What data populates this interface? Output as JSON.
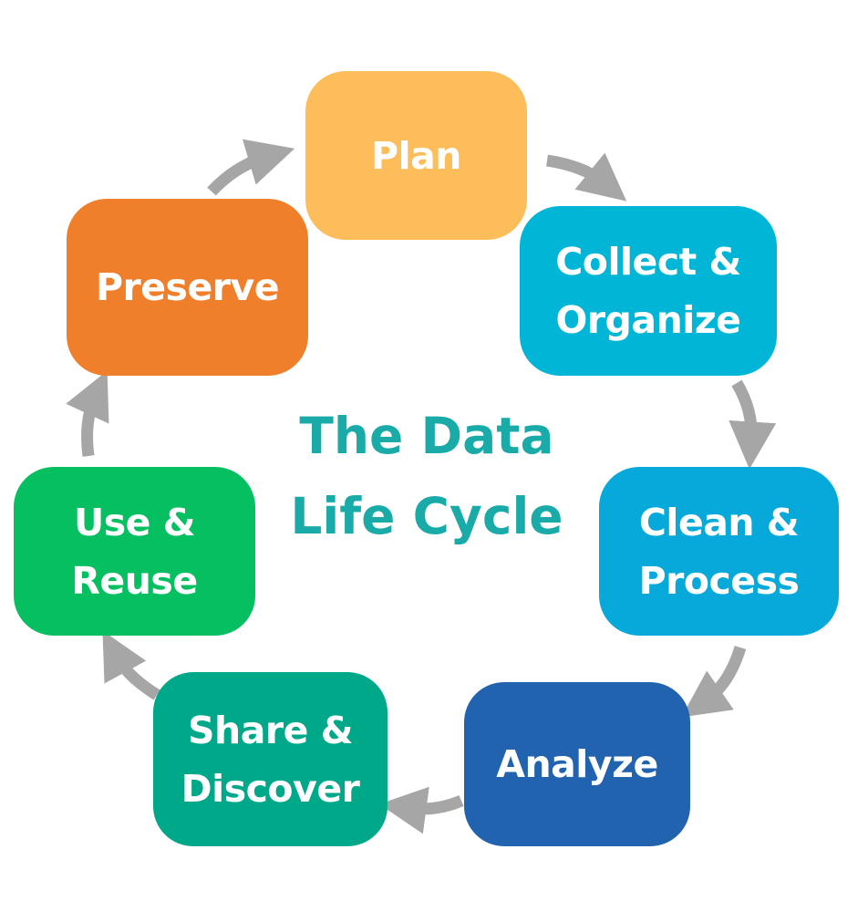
{
  "title": {
    "line1": "The Data",
    "line2": "Life Cycle"
  },
  "stages": [
    {
      "line1": "Plan",
      "line2": "",
      "color": "#FDBD5A"
    },
    {
      "line1": "Collect &",
      "line2": "Organize",
      "color": "#00B5D6"
    },
    {
      "line1": "Clean &",
      "line2": "Process",
      "color": "#06A9DA"
    },
    {
      "line1": "Analyze",
      "line2": "",
      "color": "#2163AE"
    },
    {
      "line1": "Share &",
      "line2": "Discover",
      "color": "#00A88A"
    },
    {
      "line1": "Use &",
      "line2": "Reuse",
      "color": "#06BF60"
    },
    {
      "line1": "Preserve",
      "line2": "",
      "color": "#F07F2C"
    }
  ],
  "colors": {
    "arrow": "#A6A6A6",
    "title": "#1AABA9"
  }
}
